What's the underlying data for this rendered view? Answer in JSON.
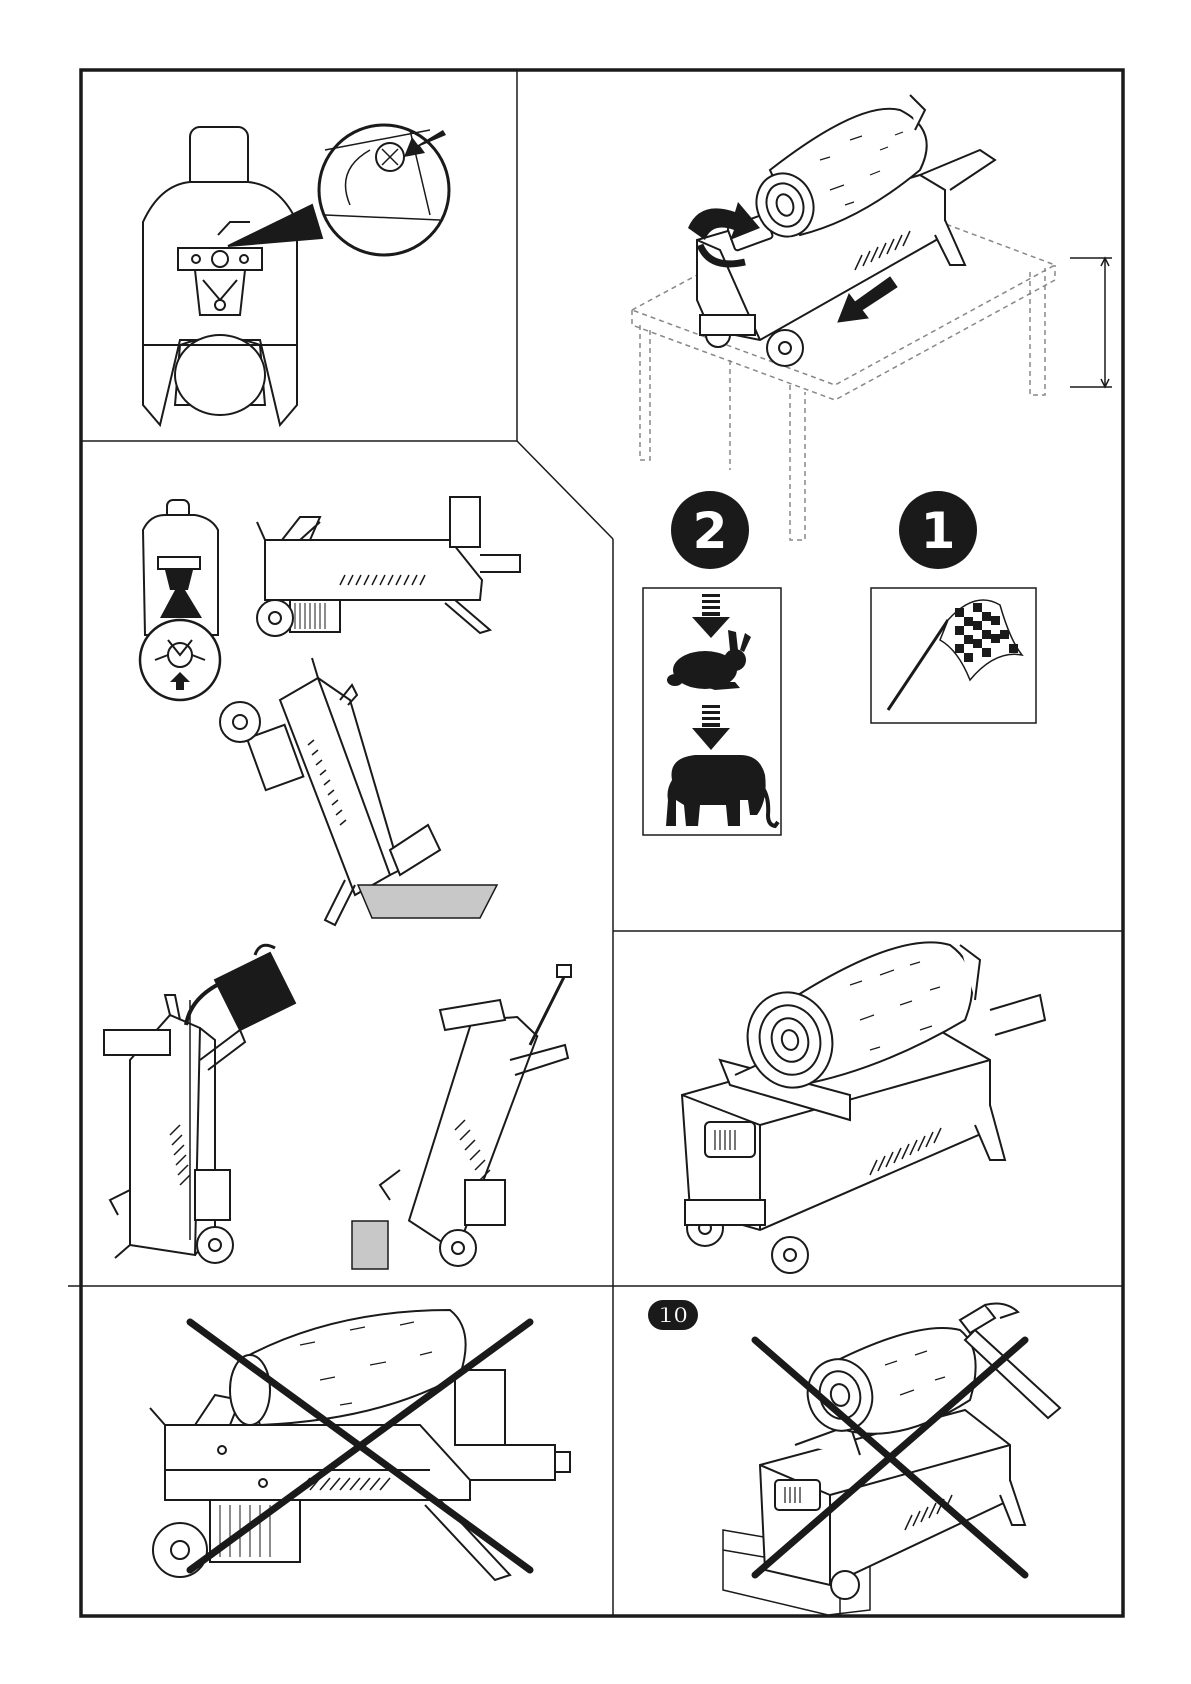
{
  "page": {
    "step_badges": {
      "step_two": "2",
      "step_one": "1",
      "step_ten": "10"
    },
    "colors": {
      "ink": "#1a1a1a",
      "fill_gray": "#c8c8c8",
      "paper": "#ffffff"
    },
    "icons": [
      "log-splitter-front-view",
      "magnifier-callout",
      "arrow-icon",
      "log-icon",
      "rotate-arrow-icon",
      "workbench-icon",
      "rabbit-icon",
      "elephant-icon",
      "checkered-flag-icon",
      "oil-can-icon",
      "drain-tray-icon",
      "dipstick-icon",
      "prohibited-cross-icon",
      "hammer-icon"
    ]
  }
}
